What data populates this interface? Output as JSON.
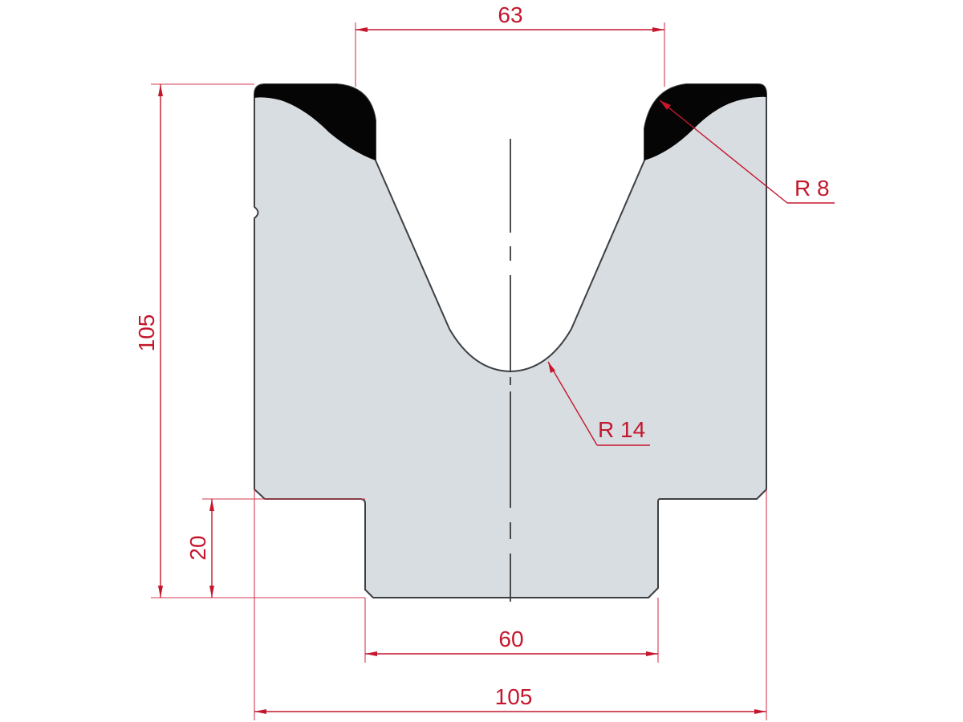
{
  "drawing": {
    "title": "V-die profile cross-section",
    "colors": {
      "dimension": "#c4172d",
      "body_fill": "#d8dde2",
      "outline": "#3d3f42",
      "hardened_insert": "#050505",
      "background": "#ffffff"
    },
    "dimensions": {
      "v_opening_width": "63",
      "top_radius": "R 8",
      "bottom_radius": "R 14",
      "total_height": "105",
      "tongue_height": "20",
      "tongue_width": "60",
      "total_width": "105"
    },
    "features": [
      "hardened-insert-left",
      "hardened-insert-right",
      "centerline",
      "side-notch"
    ]
  }
}
